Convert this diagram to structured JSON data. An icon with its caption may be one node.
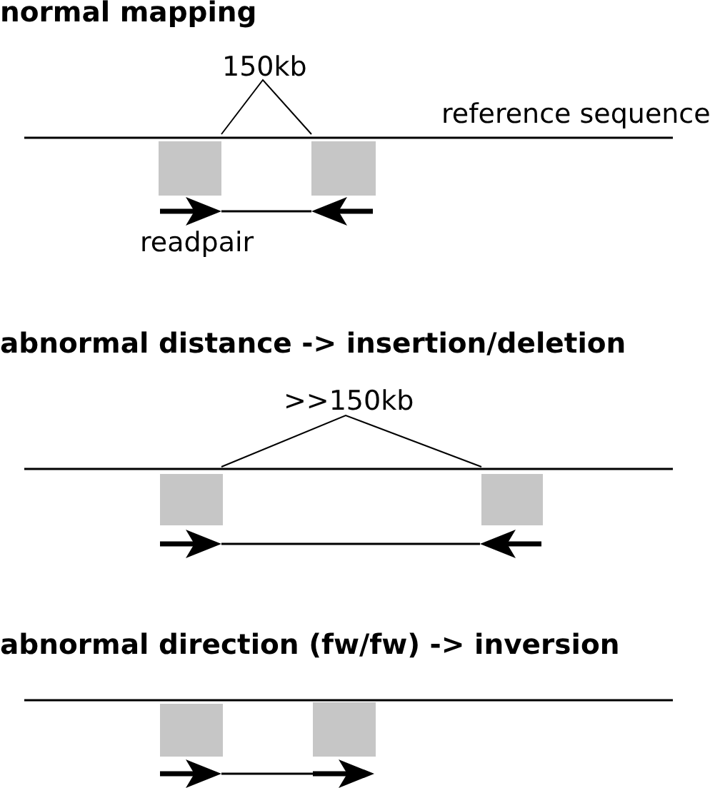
{
  "diagram": {
    "nodes": [
      {
        "text": [],
        "shape": "box"
      },
      {
        "text": [],
        "shape": "box"
      },
      {
        "text": [],
        "shape": "box"
      },
      {
        "text": [],
        "shape": "box"
      },
      {
        "text": [],
        "shape": "box"
      },
      {
        "text": [],
        "shape": "box"
      }
    ],
    "labels": [
      "normal mapping",
      "150kb",
      "reference sequence",
      "readpair",
      "abnormal distance -> insertion/deletion",
      ">>150kb",
      "abnormal direction (fw/fw) -> inversion"
    ]
  }
}
